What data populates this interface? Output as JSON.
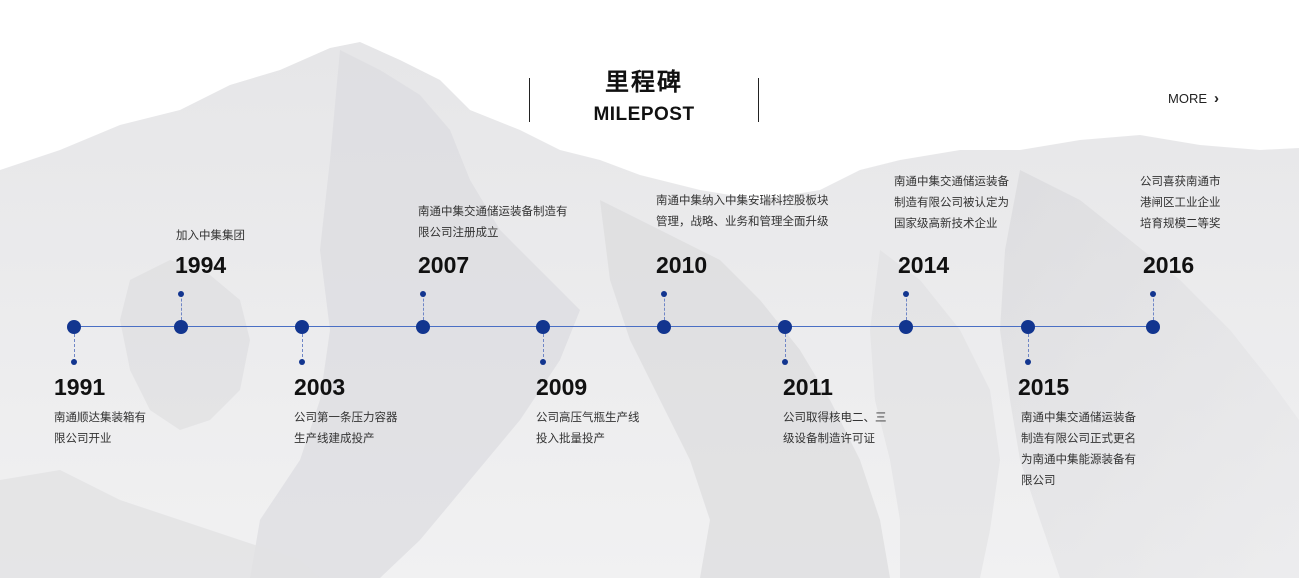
{
  "header": {
    "title_cn": "里程碑",
    "title_en": "MILEPOST"
  },
  "more": {
    "label": "MORE",
    "icon": "chevron-right-icon"
  },
  "colors": {
    "accent": "#12358f",
    "line": "#4a6fc4",
    "text": "#222222"
  },
  "milestones": [
    {
      "year": "1991",
      "desc_lines": [
        "南通顺达集装箱有",
        "限公司开业"
      ]
    },
    {
      "year": "1994",
      "desc_lines": [
        "加入中集集团"
      ]
    },
    {
      "year": "2003",
      "desc_lines": [
        "公司第一条压力容器",
        "生产线建成投产"
      ]
    },
    {
      "year": "2007",
      "desc_lines": [
        "南通中集交通储运装备制造有",
        "限公司注册成立"
      ]
    },
    {
      "year": "2009",
      "desc_lines": [
        "公司高压气瓶生产线",
        "投入批量投产"
      ]
    },
    {
      "year": "2010",
      "desc_lines": [
        "南通中集纳入中集安瑞科控股板块",
        "管理，战略、业务和管理全面升级"
      ]
    },
    {
      "year": "2011",
      "desc_lines": [
        "公司取得核电二、三",
        "级设备制造许可证"
      ]
    },
    {
      "year": "2014",
      "desc_lines": [
        "南通中集交通储运装备",
        "制造有限公司被认定为",
        "国家级高新技术企业"
      ]
    },
    {
      "year": "2015",
      "desc_lines": [
        "南通中集交通储运装备",
        "制造有限公司正式更名",
        "为南通中集能源装备有",
        "限公司"
      ]
    },
    {
      "year": "2016",
      "desc_lines": [
        "公司喜获南通市",
        "港闸区工业企业",
        "培育规模二等奖"
      ]
    }
  ]
}
